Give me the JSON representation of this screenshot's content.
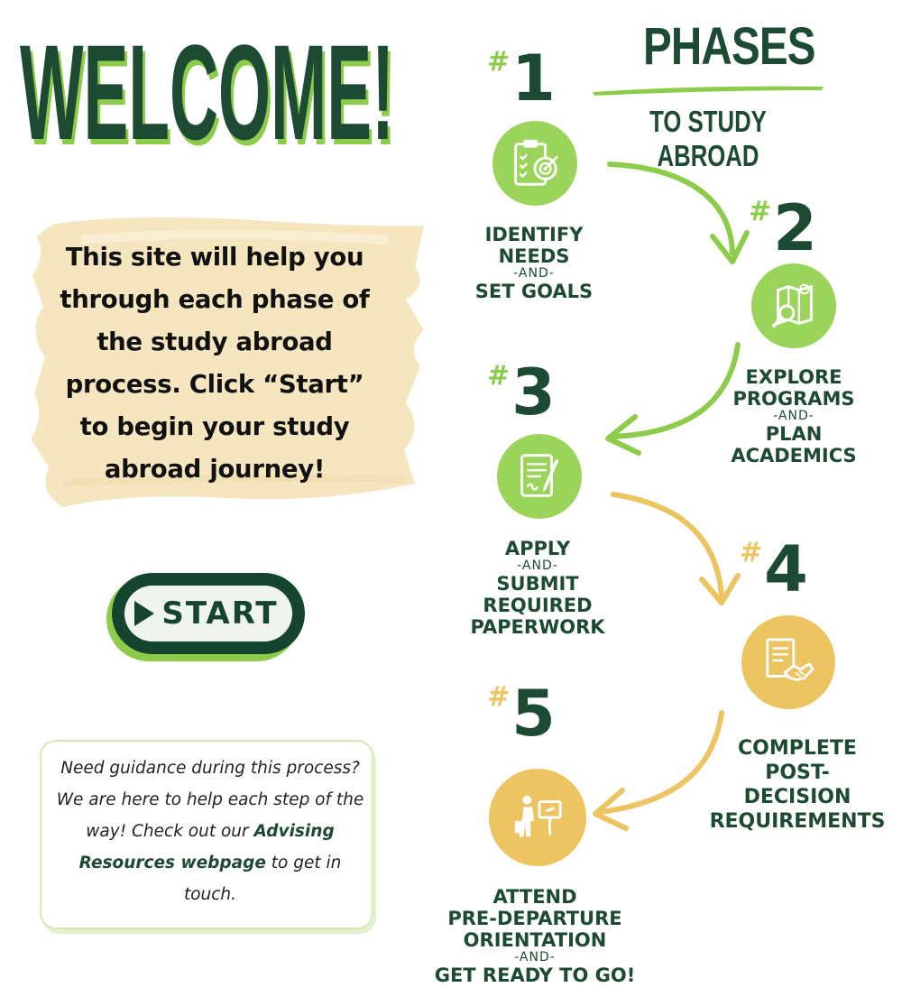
{
  "welcome": {
    "title": "WELCOME!"
  },
  "intro": {
    "lines": [
      "This site will help you",
      "through each phase of",
      "the study abroad",
      "process. Click “Start”",
      "to begin your study",
      "abroad journey!"
    ]
  },
  "start_button": {
    "label": "START"
  },
  "guidance": {
    "text_before": "Need guidance during this process? We are here to help each step of the way! Check out our",
    "link": "Advising Resources webpage",
    "text_after": "to get in touch."
  },
  "phases_header": {
    "title": "PHASES",
    "subtitle": "TO STUDY ABROAD"
  },
  "phases": [
    {
      "hash": "#",
      "number": "1",
      "line1": "IDENTIFY",
      "line2": "NEEDS",
      "and": "-AND-",
      "line3": "SET GOALS",
      "line4": "",
      "icon": "clipboard-target-icon"
    },
    {
      "hash": "#",
      "number": "2",
      "line1": "EXPLORE",
      "line2": "PROGRAMS",
      "and": "-AND-",
      "line3": "PLAN",
      "line4": "ACADEMICS",
      "icon": "map-search-icon"
    },
    {
      "hash": "#",
      "number": "3",
      "line1": "APPLY",
      "line2": "",
      "and": "-AND-",
      "line3": "SUBMIT",
      "line4": "REQUIRED",
      "line5": "PAPERWORK",
      "icon": "document-pen-icon"
    },
    {
      "hash": "#",
      "number": "4",
      "line1": "COMPLETE",
      "line2": "POST-",
      "line3": "DECISION",
      "line4": "REQUIREMENTS",
      "icon": "document-handshake-icon"
    },
    {
      "hash": "#",
      "number": "5",
      "line1": "ATTEND",
      "line2": "PRE-DEPARTURE",
      "line3": "ORIENTATION",
      "and": "-AND-",
      "line4": "GET READY TO GO!",
      "icon": "traveler-icon"
    }
  ],
  "colors": {
    "dark_green": "#1d4a32",
    "light_green": "#8dcc4a",
    "gold": "#ecc562",
    "cream": "#f6e6c0"
  }
}
